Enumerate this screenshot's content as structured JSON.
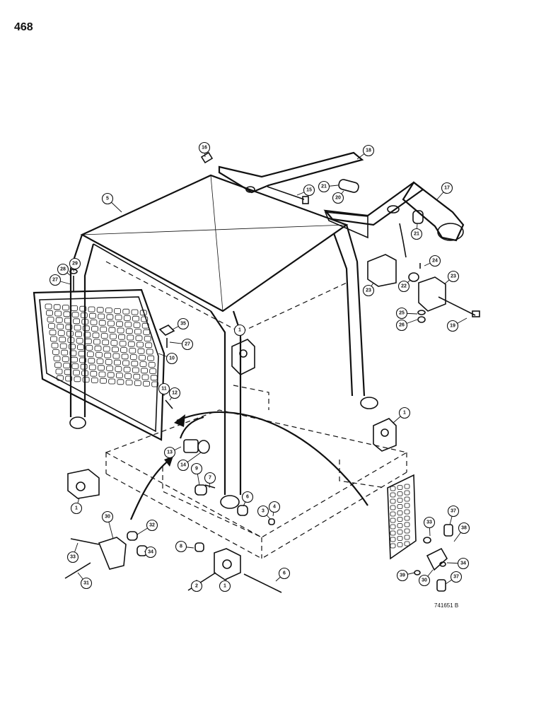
{
  "page_number": "468",
  "reference_code": "741651 B",
  "callouts": [
    {
      "key": "1a",
      "label": "1"
    },
    {
      "key": "1b",
      "label": "1"
    },
    {
      "key": "1c",
      "label": "1"
    },
    {
      "key": "1d",
      "label": "1"
    },
    {
      "key": "2",
      "label": "2"
    },
    {
      "key": "3",
      "label": "3"
    },
    {
      "key": "4",
      "label": "4"
    },
    {
      "key": "5",
      "label": "5"
    },
    {
      "key": "6a",
      "label": "6"
    },
    {
      "key": "6b",
      "label": "6"
    },
    {
      "key": "7",
      "label": "7"
    },
    {
      "key": "8",
      "label": "8"
    },
    {
      "key": "9",
      "label": "9"
    },
    {
      "key": "10",
      "label": "10"
    },
    {
      "key": "11",
      "label": "11"
    },
    {
      "key": "12",
      "label": "12"
    },
    {
      "key": "13",
      "label": "13"
    },
    {
      "key": "14",
      "label": "14"
    },
    {
      "key": "15",
      "label": "15"
    },
    {
      "key": "16",
      "label": "16"
    },
    {
      "key": "17",
      "label": "17"
    },
    {
      "key": "18",
      "label": "18"
    },
    {
      "key": "19",
      "label": "19"
    },
    {
      "key": "20",
      "label": "20"
    },
    {
      "key": "21a",
      "label": "21"
    },
    {
      "key": "21b",
      "label": "21"
    },
    {
      "key": "22",
      "label": "22"
    },
    {
      "key": "23a",
      "label": "23"
    },
    {
      "key": "23b",
      "label": "23"
    },
    {
      "key": "24",
      "label": "24"
    },
    {
      "key": "25",
      "label": "25"
    },
    {
      "key": "26",
      "label": "26"
    },
    {
      "key": "27a",
      "label": "27"
    },
    {
      "key": "27b",
      "label": "27"
    },
    {
      "key": "28",
      "label": "28"
    },
    {
      "key": "29",
      "label": "29"
    },
    {
      "key": "30a",
      "label": "30"
    },
    {
      "key": "30b",
      "label": "30"
    },
    {
      "key": "31",
      "label": "31"
    },
    {
      "key": "32",
      "label": "32"
    },
    {
      "key": "33a",
      "label": "33"
    },
    {
      "key": "33b",
      "label": "33"
    },
    {
      "key": "34a",
      "label": "34"
    },
    {
      "key": "34b",
      "label": "34"
    },
    {
      "key": "35",
      "label": "35"
    },
    {
      "key": "37a",
      "label": "37"
    },
    {
      "key": "37b",
      "label": "37"
    },
    {
      "key": "38",
      "label": "38"
    },
    {
      "key": "39",
      "label": "39"
    }
  ]
}
